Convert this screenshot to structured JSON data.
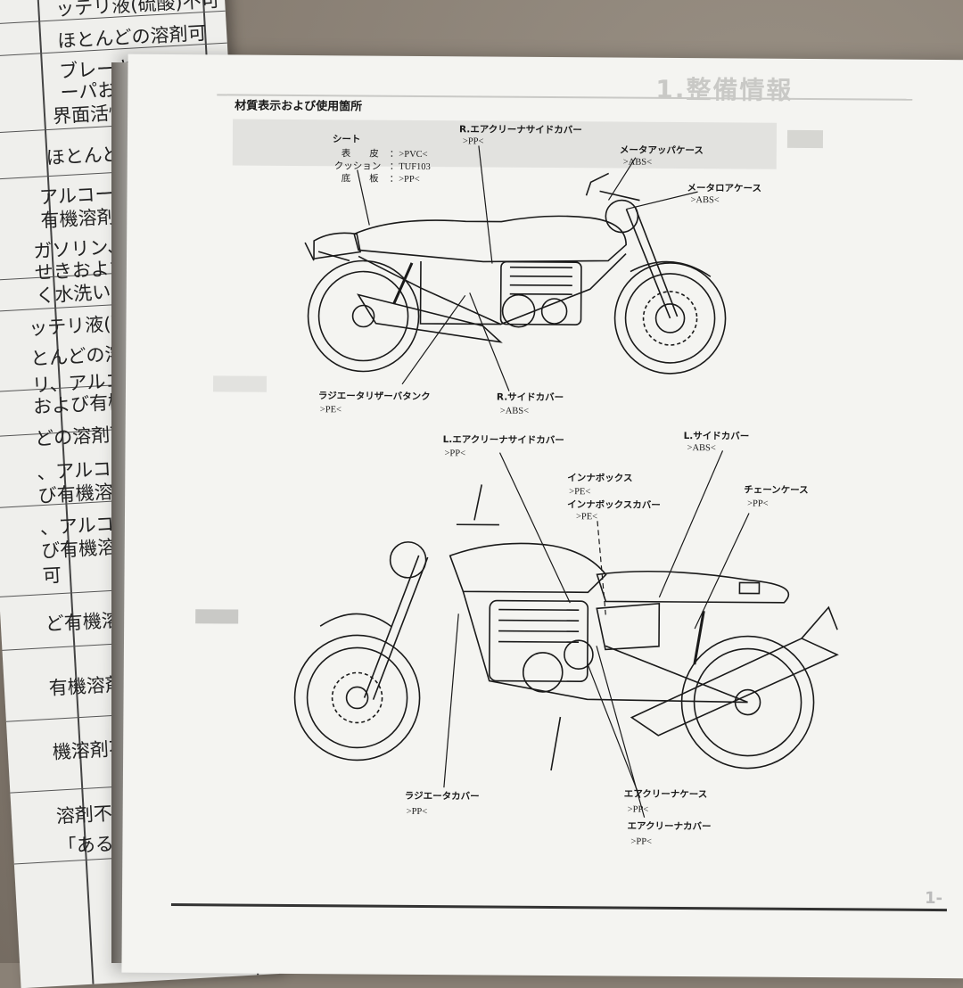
{
  "left_page": {
    "lines": [
      "ッテリ液(硫酸)不可",
      "ほとんどの溶剤可",
      "ブレーキフルード",
      "ーパおよびガソリン",
      "界面活性剤(洗剤)",
      "ほとんどの溶剤可",
      "アルコールなど有機溶",
      "有機溶剤の付着不可",
      "ガソリン、アルコール",
      "せきおよび有機溶剤の",
      "く水洗いすること",
      "ッテリ液(硫酸)不可",
      "とんどの溶剤可",
      "リ、アルコール",
      "および有機溶剤の",
      "どの溶剤可",
      "、アルコールなど",
      "び有機溶剤の付着不可",
      "、アルコールなど",
      "び有機溶剤の付着不可",
      "可",
      "ど有機溶剤不可",
      "有機溶剤不可",
      "機溶剤不可",
      "溶剤不可",
      "「ある温度」の意味で"
    ]
  },
  "header": {
    "chapter_title": "1.整備情報",
    "section_heading": "材質表示および使用箇所",
    "page_number": "1-"
  },
  "top_bike": {
    "seat": {
      "title": "シート",
      "rows": [
        {
          "part": "表　　皮",
          "material": "：>PVC<"
        },
        {
          "part": "クッション",
          "material": "：TUF103"
        },
        {
          "part": "底　　板",
          "material": "：>PP<"
        }
      ]
    },
    "r_air_cleaner_side_cover": {
      "label": "R.エアクリーナサイドカバー",
      "material": ">PP<"
    },
    "meter_upper_case": {
      "label": "メータアッパケース",
      "material": ">ABS<"
    },
    "meter_lower_case": {
      "label": "メータロアケース",
      "material": ">ABS<"
    },
    "radiator_reserve_tank": {
      "label": "ラジエータリザーバタンク",
      "material": ">PE<"
    },
    "r_side_cover": {
      "label": "R.サイドカバー",
      "material": ">ABS<"
    }
  },
  "bottom_bike": {
    "l_air_cleaner_side_cover": {
      "label": "L.エアクリーナサイドカバー",
      "material": ">PP<"
    },
    "l_side_cover": {
      "label": "L.サイドカバー",
      "material": ">ABS<"
    },
    "inner_box": {
      "label": "インナボックス",
      "material": ">PE<"
    },
    "inner_box_cover": {
      "label": "インナボックスカバー",
      "material": ">PE<"
    },
    "chain_case": {
      "label": "チェーンケース",
      "material": ">PP<"
    },
    "radiator_cover": {
      "label": "ラジエータカバー",
      "material": ">PP<"
    },
    "air_cleaner_case": {
      "label": "エアクリーナケース",
      "material": ">PP<"
    },
    "air_cleaner_cover": {
      "label": "エアクリーナカバー",
      "material": ">PP<"
    }
  }
}
